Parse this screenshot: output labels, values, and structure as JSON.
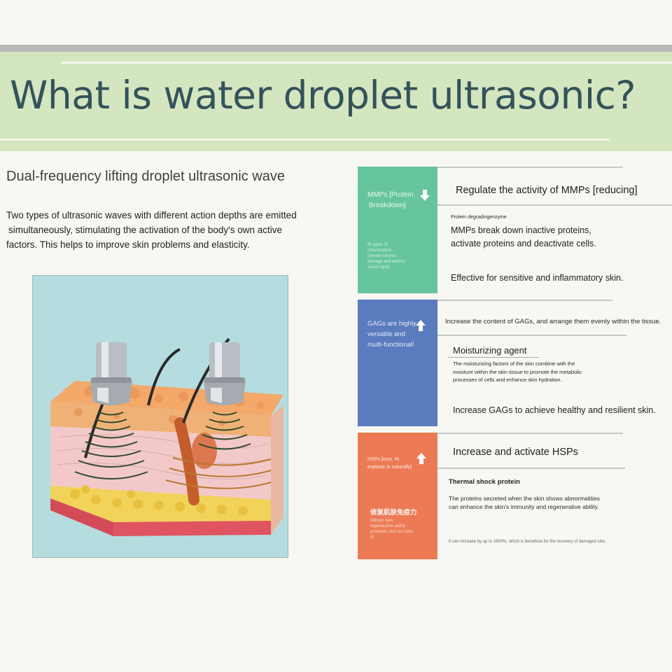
{
  "header": {
    "title": "What is water droplet ultrasonic?"
  },
  "intro": {
    "subtitle": "Dual-frequency lifting droplet ultrasonic wave",
    "lines": [
      "Two types of ultrasonic waves with different action depths are emitted",
      "simultaneously, stimulating the activation of the body's own active",
      "factors. This helps to improve skin problems and elasticity."
    ]
  },
  "illustration": {
    "label": "Two ultrasonic probes emitting waves into a skin cross-section"
  },
  "sections": [
    {
      "color": "#66c59c",
      "arrow": "down",
      "panel_label": [
        "MMPs [Protein",
        "Breakdown]"
      ],
      "panel_small": [
        "Bt types of",
        "inflammation",
        "prevent chronic",
        "damage and electric",
        "shock injury"
      ],
      "heading": "Regulate the activity of MMPs [reducing]",
      "subheading": "Protein degradingenzyme",
      "body": [
        "MMPs break down inactive proteins,",
        "activate proteins and deactivate cells."
      ],
      "footer": "Effective for sensitive and inflammatory skin."
    },
    {
      "color": "#5a7cbf",
      "arrow": "up",
      "panel_label": [
        "GAGs are highly",
        "versatile and",
        "multi-functional!"
      ],
      "heading": "Increase the content of GAGs, and arrange them evenly within the tissue.",
      "subheading": "Moisturizing agent",
      "body": [
        "The moisturizing factors of the skin combine with the",
        "moisture within the skin tissue to promote the metabolic",
        "processes of cells and enhance skin hydration."
      ],
      "footer": "Increase GAGs to achieve healthy and resilient skin."
    },
    {
      "color": "#ec7b55",
      "arrow": "up",
      "panel_label": [
        "HSPs [ions, Hi",
        "explosin is naturally]"
      ],
      "panel_cjk": "修复肌肤免疫力",
      "panel_small": [
        "Willoyo toon",
        "regenerative ability",
        "promotes skin pro lives",
        "(I)"
      ],
      "heading": "Increase and activate HSPs",
      "subheading": "Thermal shock protein",
      "body": [
        "The proteins secreted when the skin shows abnormalities",
        "can enhance the skin's immunity and regenerative ability."
      ],
      "footer": "It can increase by up to 1800%, which is beneficial for the recovery of damaged skin."
    }
  ],
  "colors": {
    "banner": "#d4e6c0",
    "title": "#34525a",
    "background": "#f7f8f3"
  }
}
